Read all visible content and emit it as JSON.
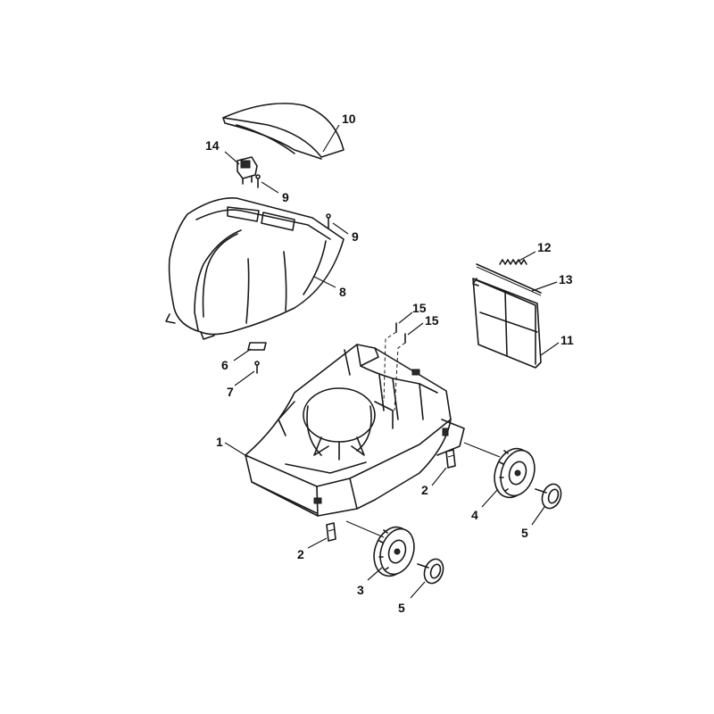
{
  "diagram": {
    "type": "exploded-parts-view",
    "callouts": [
      "1",
      "2",
      "2",
      "3",
      "4",
      "5",
      "5",
      "6",
      "7",
      "8",
      "9",
      "9",
      "10",
      "11",
      "12",
      "13",
      "14",
      "15",
      "15"
    ]
  }
}
